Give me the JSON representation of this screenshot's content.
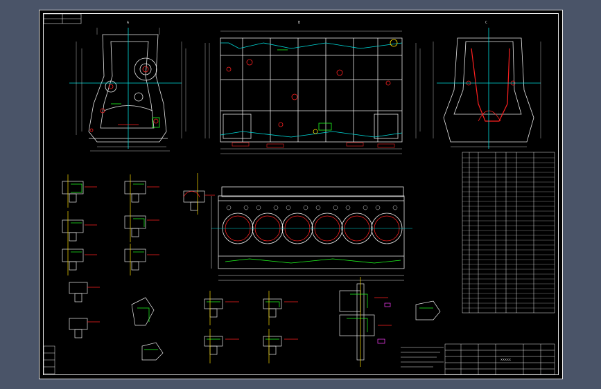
{
  "sheet": {
    "title_block_text": "xxxxx",
    "view_label_a": "A",
    "view_label_b": "B",
    "view_label_c": "C"
  },
  "colors": {
    "background_outer": "#4a5468",
    "drawing_bg": "#000000",
    "line_white": "#e8e8e8",
    "line_cyan": "#00e0e0",
    "line_red": "#ff2020",
    "line_green": "#20ff20",
    "line_yellow": "#ffe000",
    "line_magenta": "#ff40ff"
  },
  "icons": {
    "cylinder_bore": "circle-icon"
  }
}
